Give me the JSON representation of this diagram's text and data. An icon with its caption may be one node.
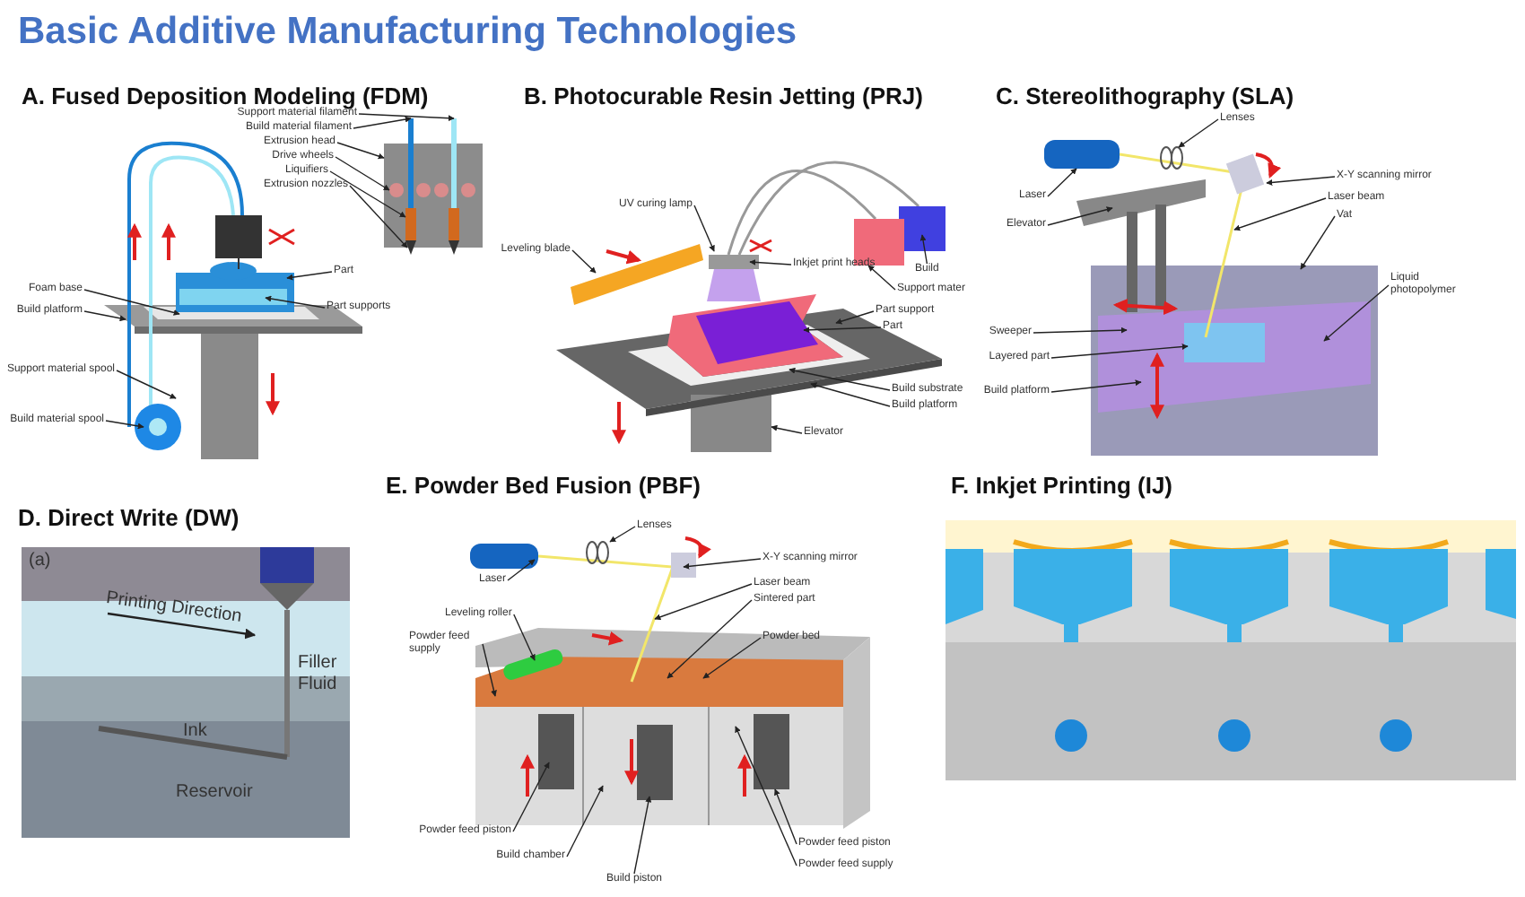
{
  "diagram": {
    "title": "Basic Additive Manufacturing Technologies",
    "nodes": [
      {
        "text": [
          "Support material filament"
        ]
      },
      {
        "text": [
          "Build material filament"
        ]
      },
      {
        "text": [
          "Extrusion head"
        ]
      },
      {
        "text": [
          "Drive wheels"
        ]
      },
      {
        "text": [
          "Liquifiers"
        ]
      },
      {
        "text": [
          "Extrusion nozzles"
        ]
      },
      {
        "text": [
          "Part"
        ]
      },
      {
        "text": [
          "Part supports"
        ]
      },
      {
        "text": [
          "Foam base"
        ]
      },
      {
        "text": [
          "Build platform"
        ]
      },
      {
        "text": [
          "Support material spool"
        ]
      },
      {
        "text": [
          "Build material spool"
        ]
      },
      {
        "text": [
          "UV curing lamp"
        ]
      },
      {
        "text": [
          "Leveling blade"
        ]
      },
      {
        "text": [
          "Inkjet print heads"
        ]
      },
      {
        "text": [
          "Build"
        ]
      },
      {
        "text": [
          "Support mater"
        ]
      },
      {
        "text": [
          "Part support"
        ]
      },
      {
        "text": [
          "Part"
        ]
      },
      {
        "text": [
          "Build substrate"
        ]
      },
      {
        "text": [
          "Build platform"
        ]
      },
      {
        "text": [
          "Elevator"
        ]
      },
      {
        "text": [
          "Lenses"
        ]
      },
      {
        "text": [
          "Laser"
        ]
      },
      {
        "text": [
          "X-Y scanning mirror"
        ]
      },
      {
        "text": [
          "Laser beam"
        ]
      },
      {
        "text": [
          "Elevator"
        ]
      },
      {
        "text": [
          "Vat"
        ]
      },
      {
        "text": [
          "Liquid photopolymer"
        ]
      },
      {
        "text": [
          "Sweeper"
        ]
      },
      {
        "text": [
          "Layered part"
        ]
      },
      {
        "text": [
          "Build platform"
        ]
      },
      {
        "text": [
          "Lenses"
        ]
      },
      {
        "text": [
          "Laser"
        ]
      },
      {
        "text": [
          "X-Y scanning mirror"
        ]
      },
      {
        "text": [
          "Laser beam"
        ]
      },
      {
        "text": [
          "Sintered part"
        ]
      },
      {
        "text": [
          "Leveling roller"
        ]
      },
      {
        "text": [
          "Powder feed supply"
        ]
      },
      {
        "text": [
          "Powder bed"
        ]
      },
      {
        "text": [
          "Powder feed piston"
        ]
      },
      {
        "text": [
          "Build chamber"
        ]
      },
      {
        "text": [
          "Build piston"
        ]
      },
      {
        "text": [
          "Powder feed piston"
        ]
      },
      {
        "text": [
          "Powder feed supply"
        ]
      },
      {
        "text": [],
        "shape": "bar"
      },
      {
        "text": [],
        "shape": "bar"
      },
      {
        "text": [],
        "shape": "box"
      },
      {
        "text": [],
        "shape": "circle",
        "in": 47
      },
      {
        "text": [],
        "shape": "bar",
        "in": 47
      },
      {
        "text": [],
        "shape": "triangle"
      },
      {
        "text": [],
        "shape": "box"
      },
      {
        "text": [],
        "shape": "plate"
      },
      {
        "text": [],
        "shape": "box"
      },
      {
        "text": [],
        "shape": "sheet"
      },
      {
        "text": [],
        "shape": "block"
      },
      {
        "text": [],
        "shape": "prism"
      },
      {
        "text": [],
        "shape": "prism",
        "in": 56
      }
    ],
    "edges": [
      {
        "from": 0,
        "to": 46,
        "arrow": "to"
      },
      {
        "from": 1,
        "to": 45,
        "arrow": "to"
      },
      {
        "from": 2,
        "to": 47,
        "arrow": "to"
      },
      {
        "from": 3,
        "to": 48,
        "arrow": "to"
      },
      {
        "from": 4,
        "to": 49,
        "arrow": "to"
      },
      {
        "from": 5,
        "to": 50,
        "arrow": "to"
      },
      {
        "from": 6,
        "to": null,
        "arrow": "to"
      },
      {
        "from": 7,
        "to": null,
        "arrow": "to"
      },
      {
        "from": 8,
        "to": null,
        "arrow": "to"
      },
      {
        "from": 9,
        "to": null,
        "arrow": "to"
      },
      {
        "from": 10,
        "to": null,
        "arrow": "to"
      },
      {
        "from": 11,
        "to": null,
        "arrow": "to"
      },
      {
        "from": 12,
        "to": null,
        "arrow": "to"
      },
      {
        "from": 13,
        "to": null,
        "arrow": "to"
      },
      {
        "from": 14,
        "to": null,
        "arrow": "to"
      },
      {
        "from": 15,
        "to": null,
        "arrow": "to"
      },
      {
        "from": 16,
        "to": 51,
        "arrow": "to"
      },
      {
        "from": 17,
        "to": 56,
        "arrow": "to"
      },
      {
        "from": 18,
        "to": 57,
        "arrow": "to"
      },
      {
        "from": 19,
        "to": 54,
        "arrow": "to"
      },
      {
        "from": 20,
        "to": 52,
        "arrow": "to"
      },
      {
        "from": 21,
        "to": 55,
        "arrow": "to"
      },
      {
        "from": 22,
        "to": null,
        "arrow": "to"
      },
      {
        "from": 23,
        "to": null,
        "arrow": "to"
      },
      {
        "from": 24,
        "to": null,
        "arrow": "to"
      },
      {
        "from": 25,
        "to": null,
        "arrow": "to"
      },
      {
        "from": 26,
        "to": null,
        "arrow": "to"
      },
      {
        "from": 27,
        "to": null,
        "arrow": "to"
      },
      {
        "from": 28,
        "to": null,
        "arrow": "to"
      },
      {
        "from": 29,
        "to": null,
        "arrow": "to"
      },
      {
        "from": 30,
        "to": null,
        "arrow": "to"
      },
      {
        "from": 31,
        "to": null,
        "arrow": "to"
      },
      {
        "from": 32,
        "to": null,
        "arrow": "to"
      },
      {
        "from": 33,
        "to": null,
        "arrow": "to"
      },
      {
        "from": 34,
        "to": 53,
        "arrow": "to"
      },
      {
        "from": 35,
        "to": null,
        "arrow": "to"
      },
      {
        "from": 36,
        "to": null,
        "arrow": "to"
      },
      {
        "from": 37,
        "to": null,
        "arrow": "to"
      },
      {
        "from": 38,
        "to": null,
        "arrow": "to"
      },
      {
        "from": 39,
        "to": null,
        "arrow": "to"
      },
      {
        "from": 40,
        "to": null,
        "arrow": "to"
      },
      {
        "from": 41,
        "to": null,
        "arrow": "to"
      },
      {
        "from": 42,
        "to": null,
        "arrow": "to"
      },
      {
        "from": 43,
        "to": null,
        "arrow": "to"
      },
      {
        "from": 44,
        "to": null,
        "arrow": "to"
      }
    ],
    "labels": [
      "A. Fused Deposition Modeling (FDM)",
      "B. Photocurable Resin Jetting (PRJ)",
      "C. Stereolithography (SLA)",
      "D. Direct Write (DW)",
      "(a)",
      "Printing Direction",
      "Filler Fluid",
      "Ink",
      "Reservoir",
      "E. Powder Bed Fusion (PBF)",
      "F. Inkjet Printing (IJ)"
    ]
  }
}
